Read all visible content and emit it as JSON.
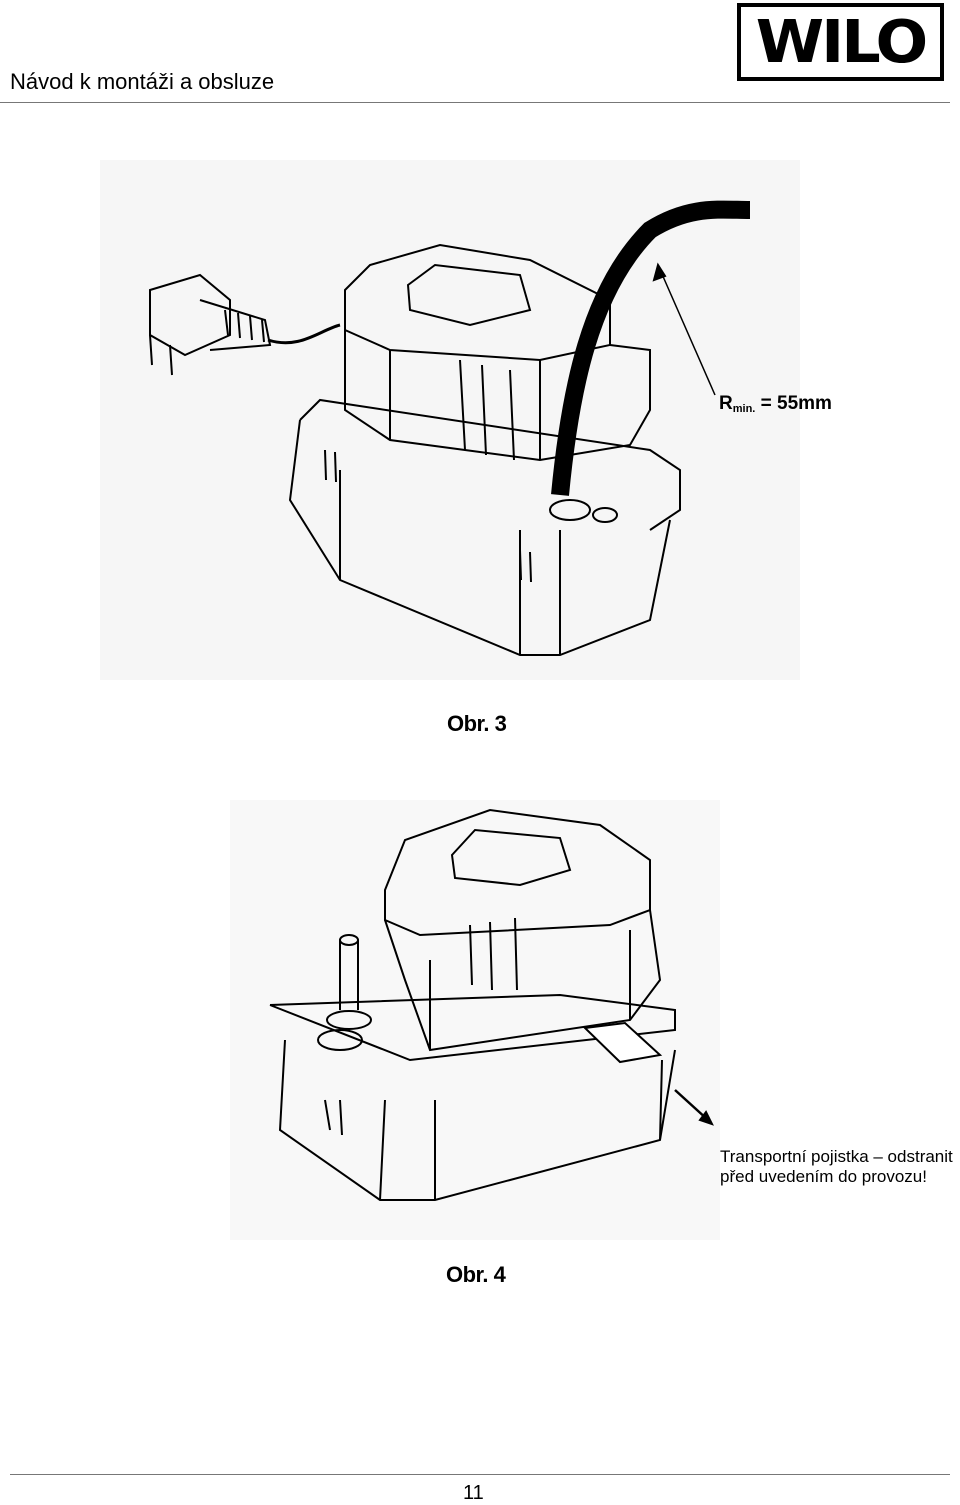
{
  "header": {
    "title": "Návod k montáži a obsluze",
    "logo": "WILO"
  },
  "figure3": {
    "caption": "Obr. 3",
    "radius_label_main": "R",
    "radius_label_sub": "min.",
    "radius_label_value": " = 55mm"
  },
  "figure4": {
    "caption": "Obr. 4",
    "note_line1": "Transportní pojistka – odstranit",
    "note_line2": "před uvedením do provozu!"
  },
  "footer": {
    "page_number": "11"
  }
}
